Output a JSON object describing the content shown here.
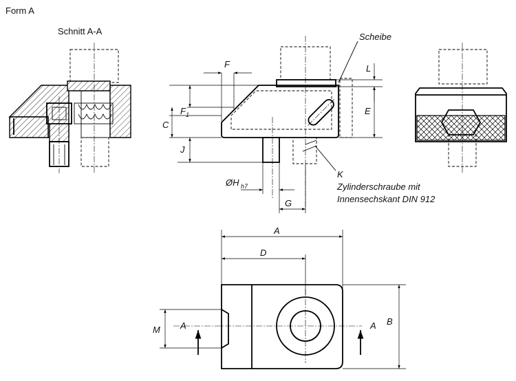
{
  "form_label": "Form A",
  "section_label": "Schnitt A-A",
  "callouts": {
    "washer": "Scheibe",
    "screw_ref": "K",
    "screw_line1": "Zylinderschraube mit",
    "screw_line2": "Innensechskant DIN 912"
  },
  "dimensions": {
    "A": "A",
    "B": "B",
    "C": "C",
    "D": "D",
    "E": "E",
    "F": "F",
    "F1": "F",
    "F1_sub": "1",
    "G": "G",
    "J": "J",
    "L": "L",
    "M": "M",
    "H": "ØH",
    "H_sub": "h7"
  },
  "section_marks": {
    "left": "A",
    "right": "A"
  }
}
